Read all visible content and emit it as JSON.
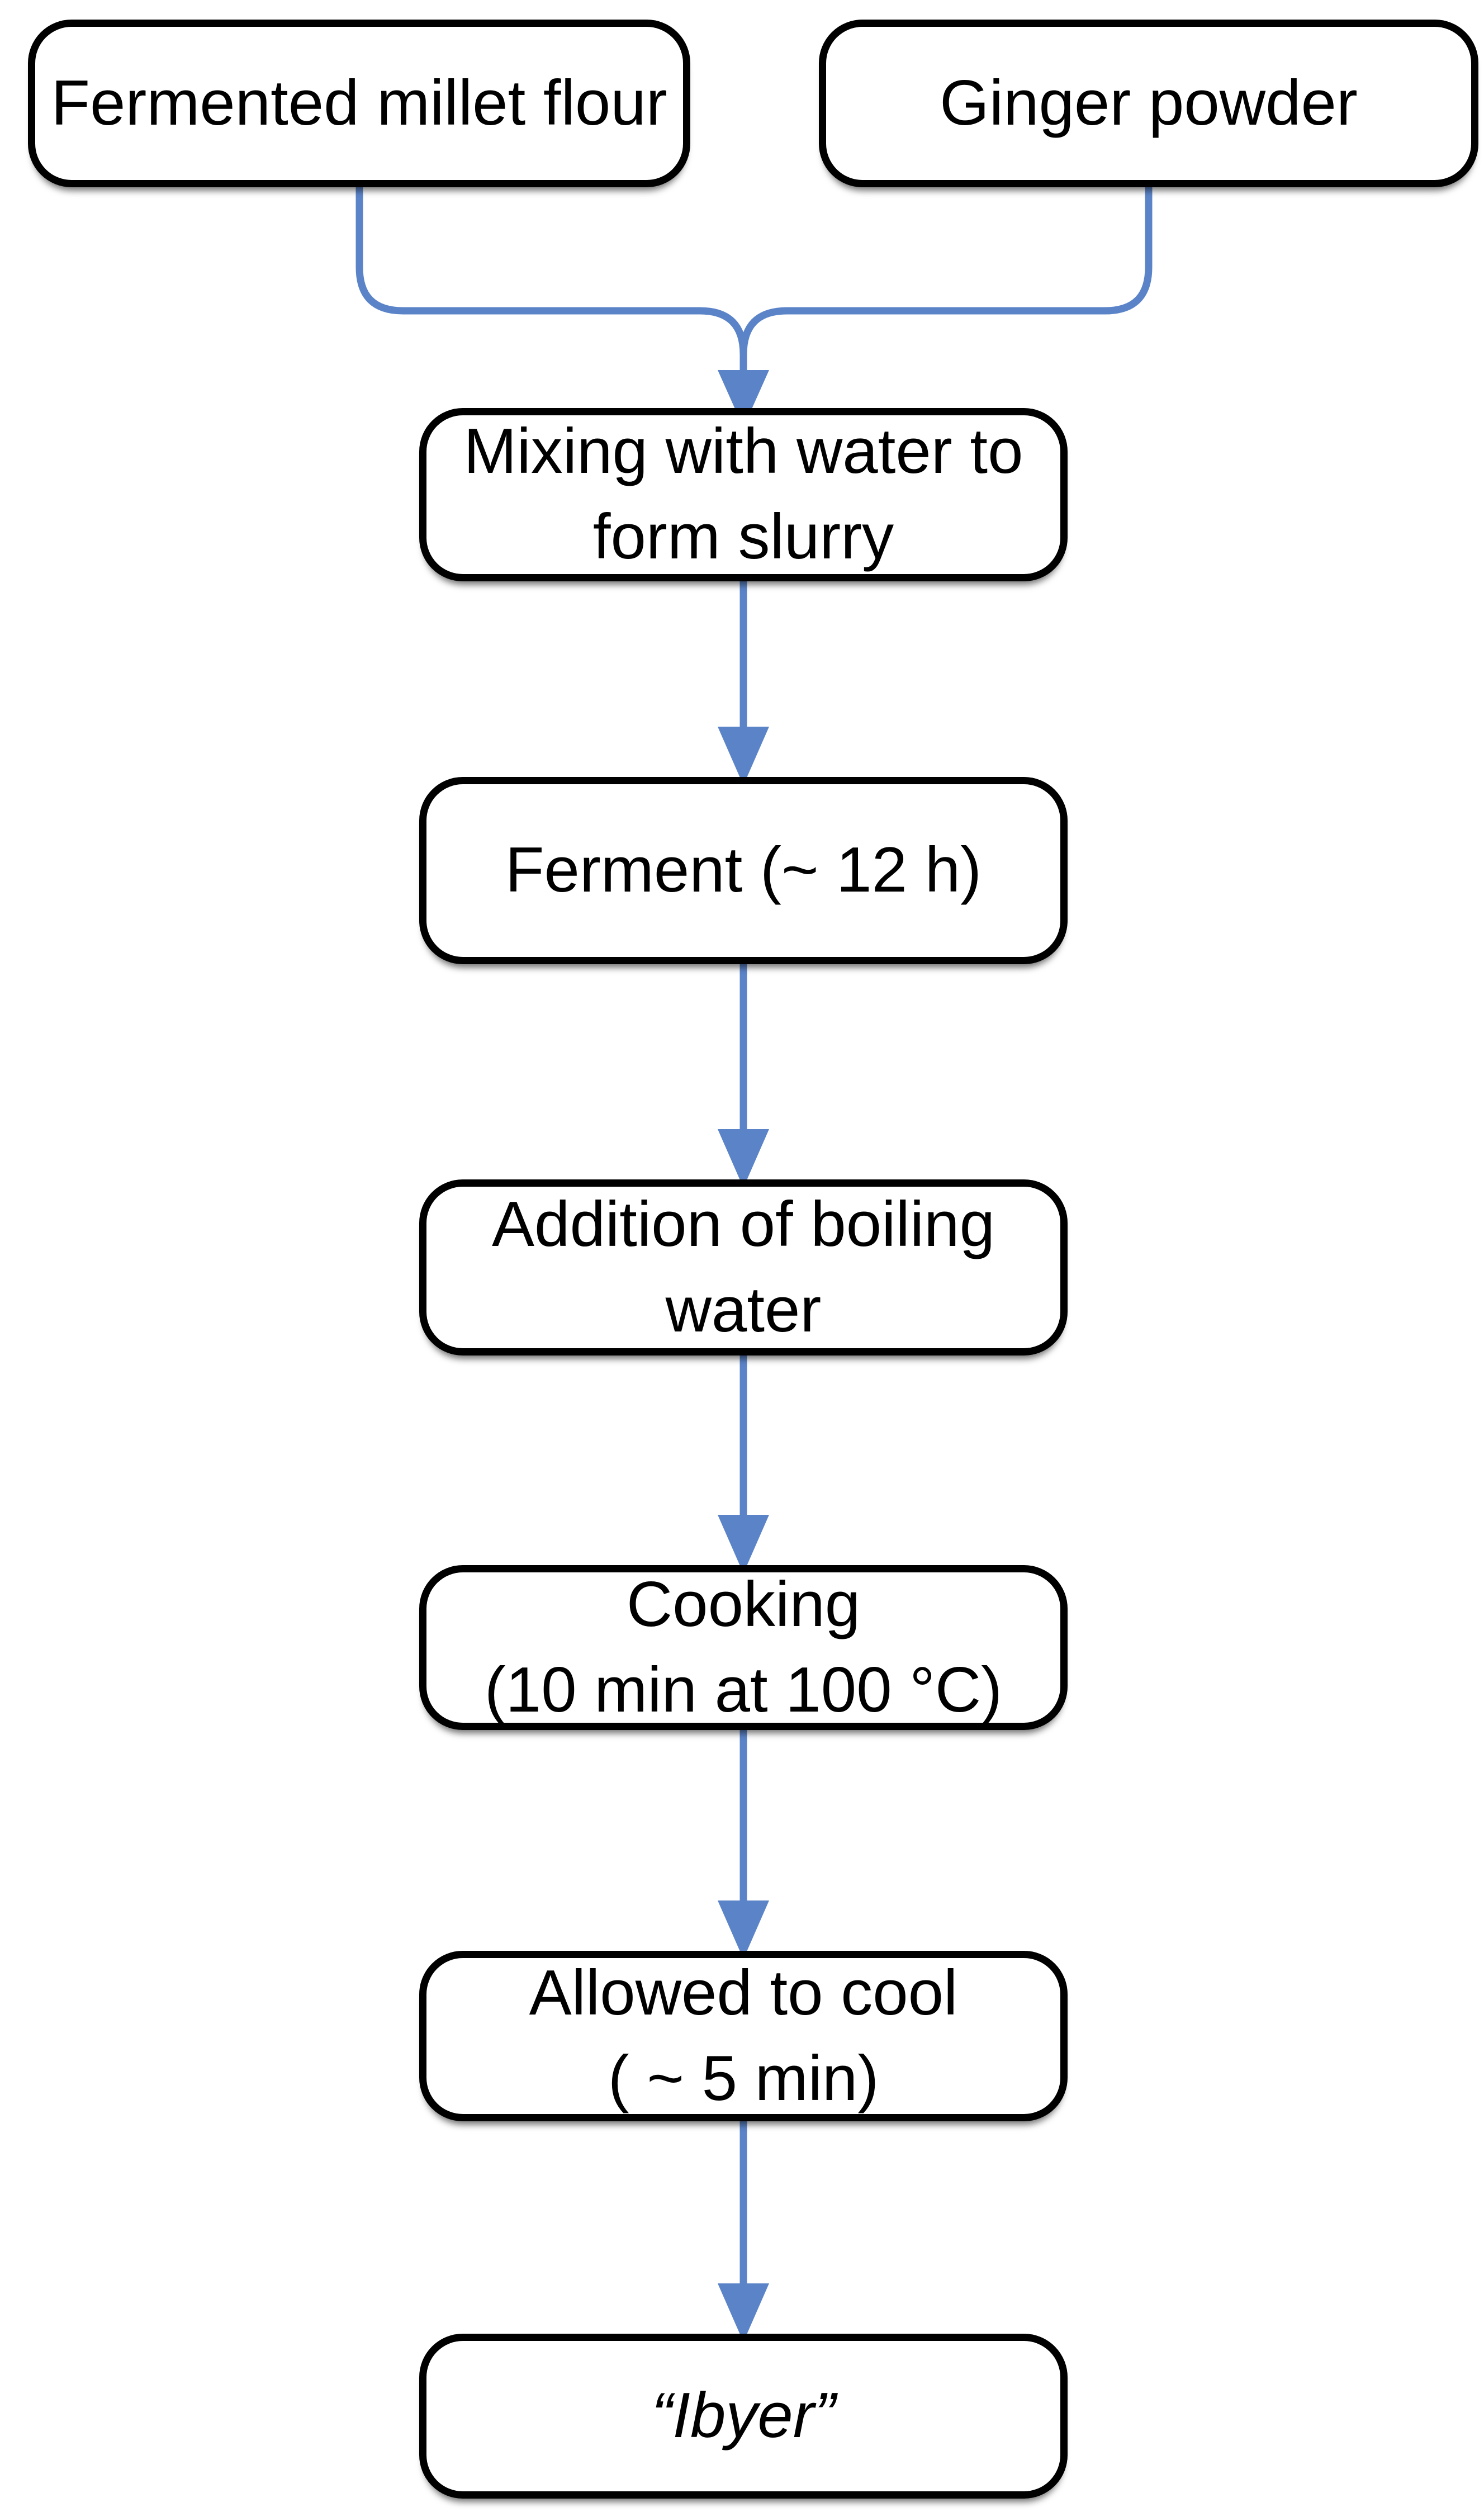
{
  "colors": {
    "background": "#FFFFFF",
    "box_fill": "#FFFFFF",
    "box_border": "#000000",
    "text": "#000000",
    "arrow": "#5B84C8"
  },
  "nodes": {
    "source_left": {
      "label": "Fermented millet flour"
    },
    "source_right": {
      "label": "Ginger powder"
    },
    "step_mixing": {
      "label": "Mixing with water to\nform slurry"
    },
    "step_ferment": {
      "label": "Ferment (~ 12 h)"
    },
    "step_boiling": {
      "label": "Addition of boiling\nwater"
    },
    "step_cooking": {
      "label": "Cooking\n(10 min at 100 °C)"
    },
    "step_cooling": {
      "label": "Allowed to cool\n( ~ 5 min)"
    },
    "final_product": {
      "label": "“Ibyer”",
      "text_style": "italic"
    }
  }
}
